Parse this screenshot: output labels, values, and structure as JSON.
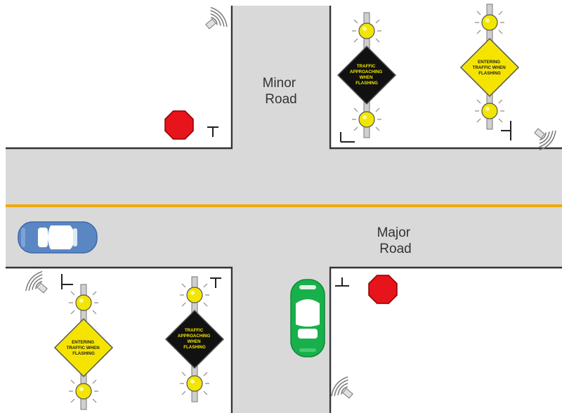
{
  "labels": {
    "minor_road": [
      "Minor",
      "Road"
    ],
    "major_road": [
      "Major",
      "Road"
    ]
  },
  "signs": {
    "approaching": [
      "TRAFFIC",
      "APPROACHING",
      "WHEN",
      "FLASHING"
    ],
    "entering": [
      "ENTERING",
      "TRAFFIC WHEN",
      "FLASHING"
    ]
  },
  "colors": {
    "road": "#d9d9d9",
    "curb": "#333333",
    "centerline": "#f2a900",
    "stop_sign": "#e8141b",
    "beacon": "#f2e600",
    "sign_yellow": "#f5e400",
    "sign_black": "#111111",
    "car_blue": "#5a86c4",
    "car_green": "#18b04a"
  },
  "icons": [
    "stop-sign-icon",
    "flashing-beacon-icon",
    "wireless-sensor-icon",
    "car-icon"
  ]
}
